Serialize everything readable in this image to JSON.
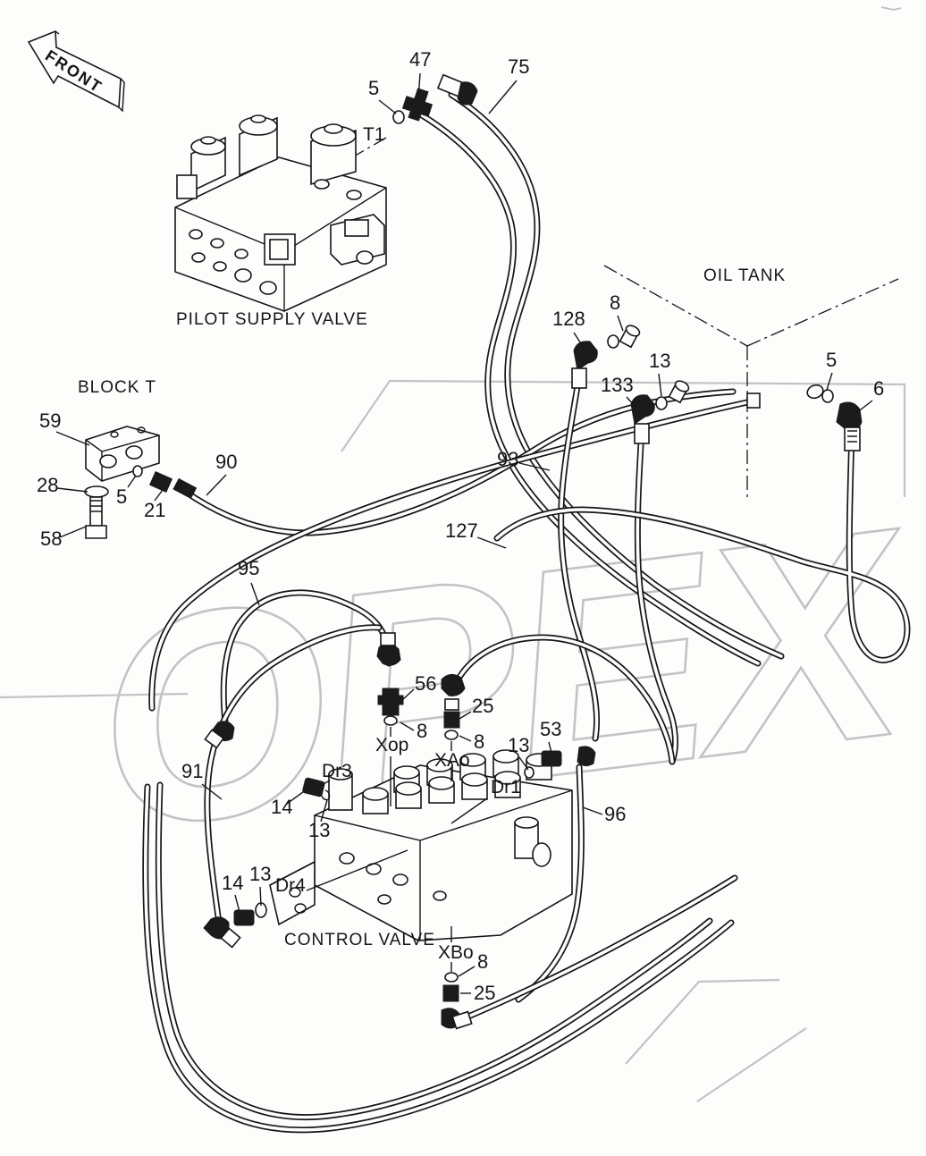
{
  "watermark": {
    "text": "OPEX"
  },
  "direction_arrow": {
    "label": "FRONT"
  },
  "components": {
    "pilot_supply_valve": "PILOT SUPPLY VALVE",
    "block_t": "BLOCK  T",
    "oil_tank": "OIL TANK",
    "control_valve": "CONTROL VALVE"
  },
  "callouts": [
    {
      "id": "c0",
      "label": "5"
    },
    {
      "id": "c1",
      "label": "47"
    },
    {
      "id": "c2",
      "label": "75"
    },
    {
      "id": "c3",
      "label": "T1"
    },
    {
      "id": "c4",
      "label": "128"
    },
    {
      "id": "c5",
      "label": "8"
    },
    {
      "id": "c6",
      "label": "13"
    },
    {
      "id": "c7",
      "label": "133"
    },
    {
      "id": "c8",
      "label": "5"
    },
    {
      "id": "c9",
      "label": "6"
    },
    {
      "id": "c10",
      "label": "59"
    },
    {
      "id": "c11",
      "label": "28"
    },
    {
      "id": "c12",
      "label": "5"
    },
    {
      "id": "c13",
      "label": "21"
    },
    {
      "id": "c14",
      "label": "58"
    },
    {
      "id": "c15",
      "label": "90"
    },
    {
      "id": "c16",
      "label": "93"
    },
    {
      "id": "c17",
      "label": "127"
    },
    {
      "id": "c18",
      "label": "95"
    },
    {
      "id": "c19",
      "label": "56"
    },
    {
      "id": "c20",
      "label": "25"
    },
    {
      "id": "c21",
      "label": "8"
    },
    {
      "id": "c22",
      "label": "Xop"
    },
    {
      "id": "c23",
      "label": "8"
    },
    {
      "id": "c24",
      "label": "XAo"
    },
    {
      "id": "c25",
      "label": "13"
    },
    {
      "id": "c26",
      "label": "53"
    },
    {
      "id": "c27",
      "label": "Dr1"
    },
    {
      "id": "c28",
      "label": "Dr3"
    },
    {
      "id": "c29",
      "label": "14"
    },
    {
      "id": "c30",
      "label": "13"
    },
    {
      "id": "c31",
      "label": "91"
    },
    {
      "id": "c32",
      "label": "96"
    },
    {
      "id": "c33",
      "label": "14"
    },
    {
      "id": "c34",
      "label": "13"
    },
    {
      "id": "c35",
      "label": "Dr4"
    },
    {
      "id": "c36",
      "label": "XBo"
    },
    {
      "id": "c37",
      "label": "8"
    },
    {
      "id": "c38",
      "label": "25"
    }
  ]
}
